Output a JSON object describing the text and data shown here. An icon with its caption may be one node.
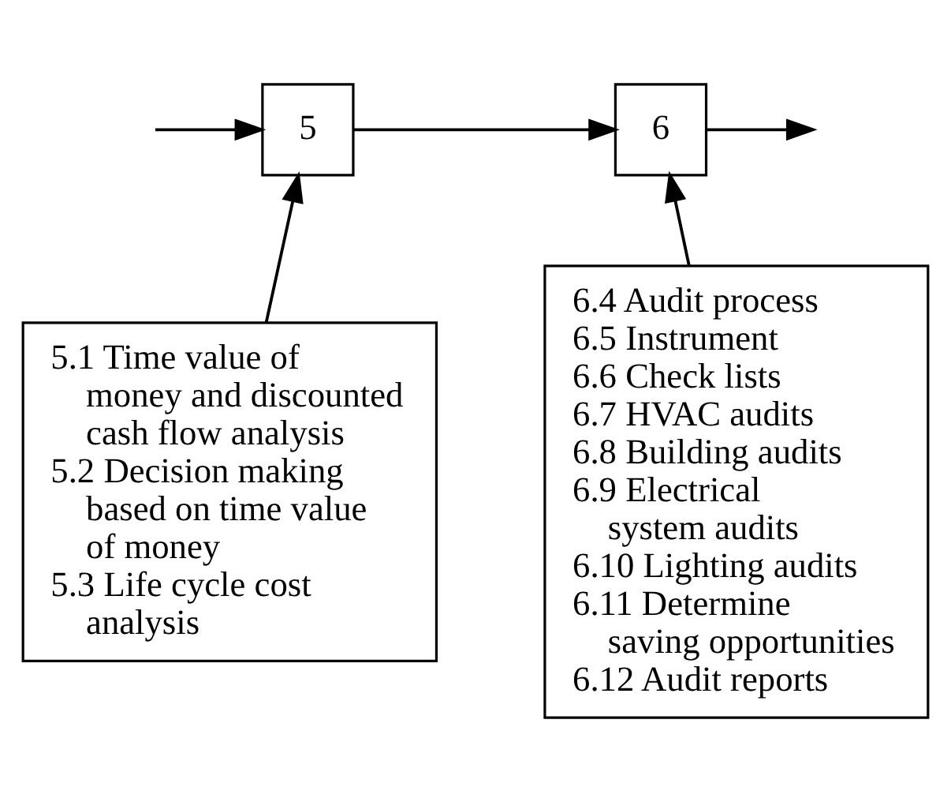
{
  "diagram": {
    "nodes": [
      {
        "text": [
          "5"
        ]
      },
      {
        "text": [
          "6"
        ]
      },
      {
        "text": [
          "5.1 Time value of money and discounted cash flow analysis",
          "5.2 Decision making based on time value of money",
          "5.3 Life cycle cost analysis"
        ]
      },
      {
        "text": [
          "6.4 Audit process",
          "6.5 Instrument",
          "6.6 Check lists",
          "6.7 HVAC audits",
          "6.8 Building audits",
          "6.9 Electrical system audits",
          "6.10 Lighting audits",
          "6.11 Determine saving opportunities",
          "6.12 Audit reports"
        ]
      }
    ],
    "edges": [
      {
        "from": null,
        "to": 0,
        "arrow": "to"
      },
      {
        "from": 0,
        "to": 1,
        "arrow": "to"
      },
      {
        "from": 1,
        "to": null,
        "arrow": "to"
      },
      {
        "from": 2,
        "to": 0,
        "arrow": "to"
      },
      {
        "from": 3,
        "to": 1,
        "arrow": "to"
      }
    ]
  }
}
